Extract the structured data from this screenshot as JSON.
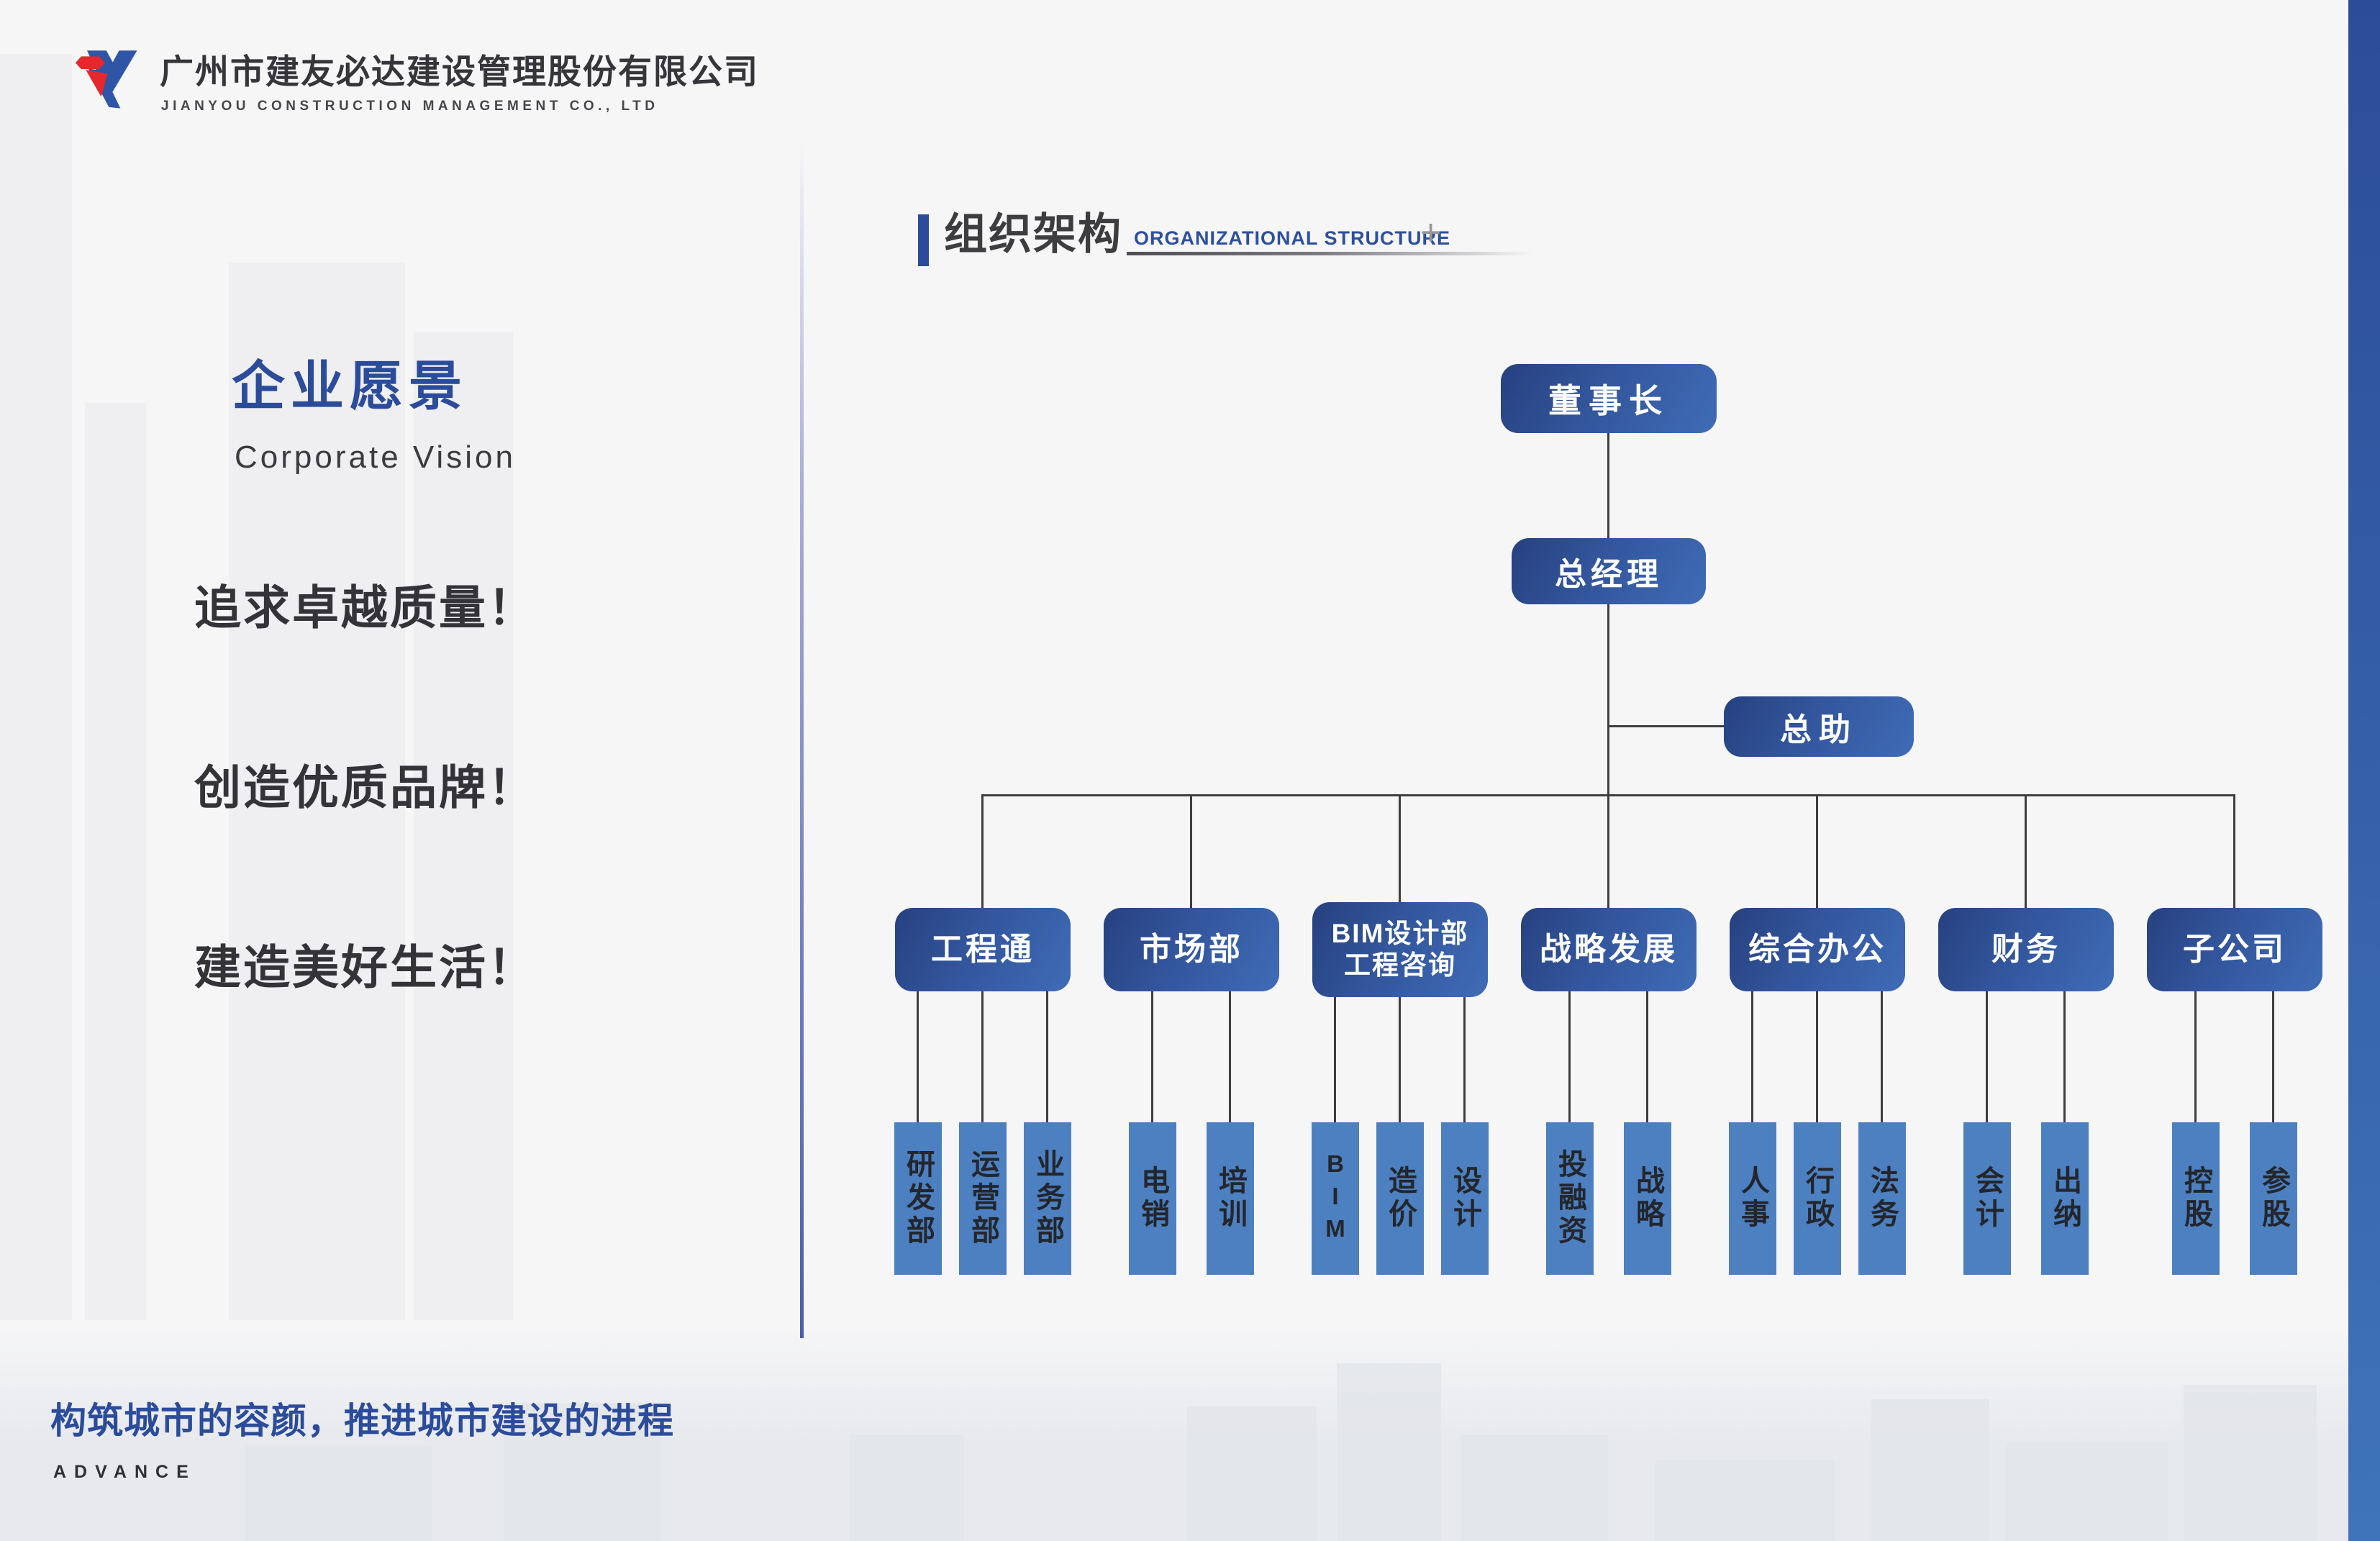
{
  "brand": {
    "company_name_cn": "广州市建友必达建设管理股份有限公司",
    "company_name_en": "JIANYOU CONSTRUCTION MANAGEMENT CO., LTD"
  },
  "vision": {
    "title_cn": "企业愿景",
    "title_en": "Corporate Vision",
    "slogans": [
      "追求卓越质量！",
      "创造优质品牌！",
      "建造美好生活！"
    ]
  },
  "footer": {
    "slogan_cn": "构筑城市的容颜，推进城市建设的进程",
    "slogan_en": "ADVANCE"
  },
  "section": {
    "title_cn": "组织架构",
    "title_en": "ORGANIZATIONAL STRUCTURE",
    "plus": "+"
  },
  "org": {
    "level1": "董事长",
    "level2": "总经理",
    "assistant": "总助",
    "departments": [
      {
        "name": "工程通",
        "children": [
          "研发部",
          "运营部",
          "业务部"
        ]
      },
      {
        "name": "市场部",
        "children": [
          "电销",
          "培训"
        ]
      },
      {
        "name": "BIM设计部\n工程咨询",
        "children": [
          "BIM",
          "造价",
          "设计"
        ]
      },
      {
        "name": "战略发展",
        "children": [
          "投融资",
          "战略"
        ]
      },
      {
        "name": "综合办公",
        "children": [
          "人事",
          "行政",
          "法务"
        ]
      },
      {
        "name": "财务",
        "children": [
          "会计",
          "出纳"
        ]
      },
      {
        "name": "子公司",
        "children": [
          "控股",
          "参股"
        ]
      }
    ]
  },
  "colors": {
    "accent_blue": "#2b4c9b",
    "node_gradient_dark": "#27417f",
    "node_gradient_light": "#3f6cb6",
    "leaf_blue": "#4d80c0",
    "logo_red": "#e4282e",
    "logo_blue": "#2f55a6",
    "connector": "#3e3e3e",
    "side_bar_top": "#2c4c99",
    "side_bar_bottom": "#3f74ba"
  }
}
